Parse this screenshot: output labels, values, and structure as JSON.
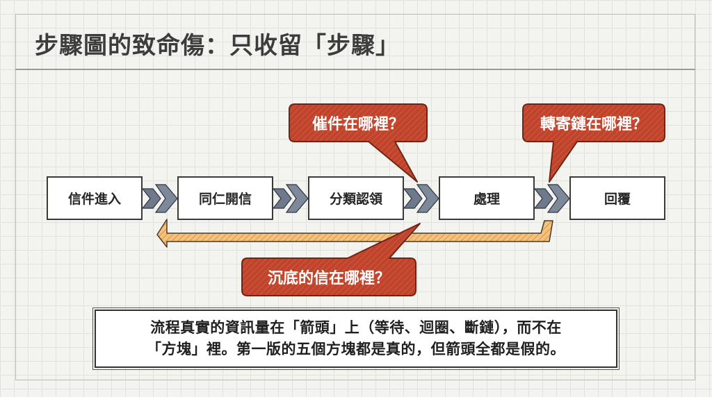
{
  "title": "步驟圖的致命傷：只收留「步驟」",
  "steps": [
    "信件進入",
    "同仁開信",
    "分類認領",
    "處理",
    "回覆"
  ],
  "callouts": {
    "top_left": "催件在哪裡？",
    "top_right": "轉寄鏈在哪裡？",
    "bottom": "沉底的信在哪裡？"
  },
  "note_lines": [
    "流程真實的資訊量在「箭頭」上（等待、迴圈、斷鏈），而不在",
    "「方塊」裡。第一版的五個方塊都是真的，但箭頭全都是假的。"
  ],
  "colors": {
    "callout": "#c0442b",
    "arrow": "#6e7a8c",
    "loop_arrow": "#e6ad5c",
    "box_border": "#3a3a3a"
  }
}
